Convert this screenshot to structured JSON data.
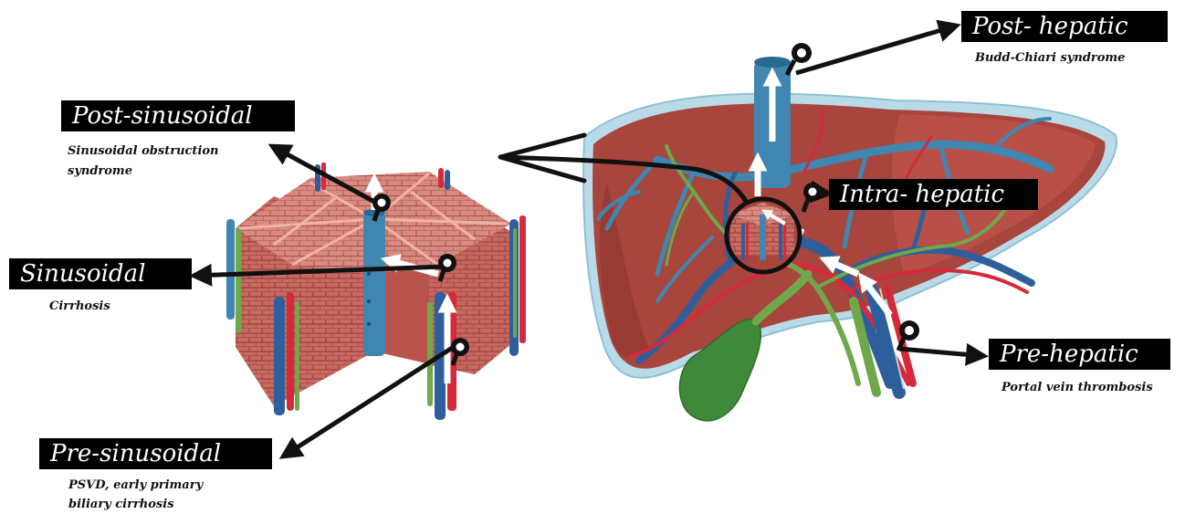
{
  "labels": {
    "post_hepatic": {
      "title": "Post- hepatic",
      "subtitle": "Budd-Chiari syndrome"
    },
    "intra_hepatic": {
      "title": "Intra- hepatic"
    },
    "pre_hepatic": {
      "title": "Pre-hepatic",
      "subtitle": "Portal vein thrombosis"
    },
    "post_sinusoidal": {
      "title": "Post-sinusoidal",
      "subtitle_line1": "Sinusoidal obstruction",
      "subtitle_line2": "syndrome"
    },
    "sinusoidal": {
      "title": "Sinusoidal",
      "subtitle": "Cirrhosis"
    },
    "pre_sinusoidal": {
      "title": "Pre-sinusoidal",
      "subtitle_line1": "PSVD, early primary",
      "subtitle_line2": "biliary cirrhosis"
    }
  },
  "colors": {
    "label_bg": "#000000",
    "label_text": "#ffffff",
    "liver": "#a8453c",
    "liver_light": "#c4625a",
    "capsule": "#b9dbe8",
    "hepatic_vein": "#3f86b0",
    "portal_vein": "#2e5f9c",
    "hepatic_artery": "#d42a3c",
    "bile_duct": "#6ea84a",
    "gallbladder": "#3e8a3a",
    "lobule_tissue": "#c96a62",
    "flow_arrow": "#ffffff",
    "pointer": "#111111"
  },
  "icons": [
    "map-pin-icon",
    "white-flow-arrow",
    "black-pointer-arrow",
    "zoom-chevron"
  ]
}
